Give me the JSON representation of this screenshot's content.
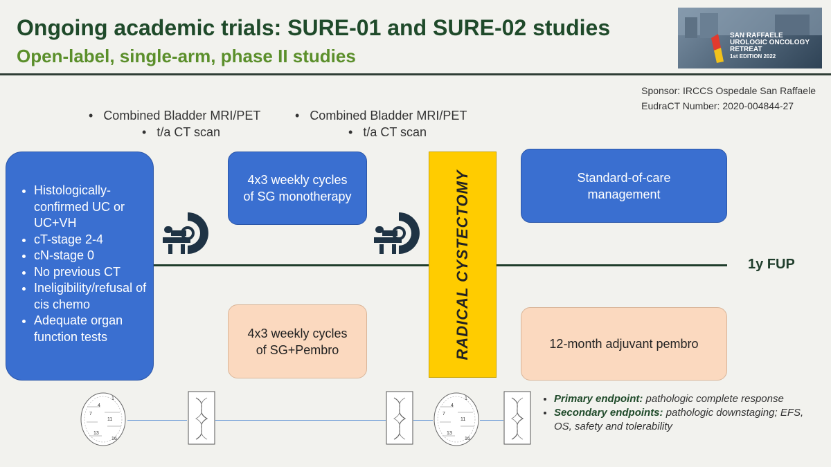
{
  "header": {
    "title": "Ongoing academic trials: SURE-01 and SURE-02 studies",
    "subtitle": "Open-label, single-arm, phase II studies"
  },
  "logo": {
    "line1": "SAN RAFFAELE",
    "line2": "UROLOGIC ONCOLOGY",
    "line3": "RETREAT",
    "line4": "1st EDITION 2022"
  },
  "sponsor": {
    "line1": "Sponsor: IRCCS Ospedale San Raffaele",
    "line2": "EudraCT Number: 2020-004844-27"
  },
  "imaging_top": {
    "left": [
      "Combined Bladder MRI/PET",
      "t/a CT scan"
    ],
    "right": [
      "Combined Bladder MRI/PET",
      "t/a CT scan"
    ]
  },
  "inclusion": {
    "items": [
      "Histologically-confirmed UC or UC+VH",
      "cT-stage 2-4",
      "cN-stage 0",
      "No previous CT",
      "Ineligibility/refusal of cis chemo",
      "Adequate organ function tests"
    ]
  },
  "arms": {
    "sg_mono": "4x3 weekly cycles of SG monotherapy",
    "sg_pembro": "4x3 weekly cycles of SG+Pembro",
    "soc": "Standard-of-care management",
    "adjuvant": "12-month adjuvant pembro"
  },
  "cystectomy": "RADICAL CYSTECTOMY",
  "fup": "1y FUP",
  "endpoints": {
    "primary_label": "Primary endpoint:",
    "primary_text": " pathologic complete response",
    "secondary_label": "Secondary endpoints:",
    "secondary_text": " pathologic downstaging; EFS, OS, safety and tolerability"
  },
  "slides": {
    "left": [
      "1",
      "4",
      "7",
      "11",
      "13",
      "16"
    ],
    "right": [
      "1",
      "4",
      "7",
      "11",
      "13",
      "16"
    ]
  },
  "colors": {
    "title": "#1f4a2a",
    "subtitle": "#5b8f2b",
    "blue_box": "#3a6fd0",
    "peach_box": "#fbd9bf",
    "cystectomy": "#ffcc00"
  }
}
